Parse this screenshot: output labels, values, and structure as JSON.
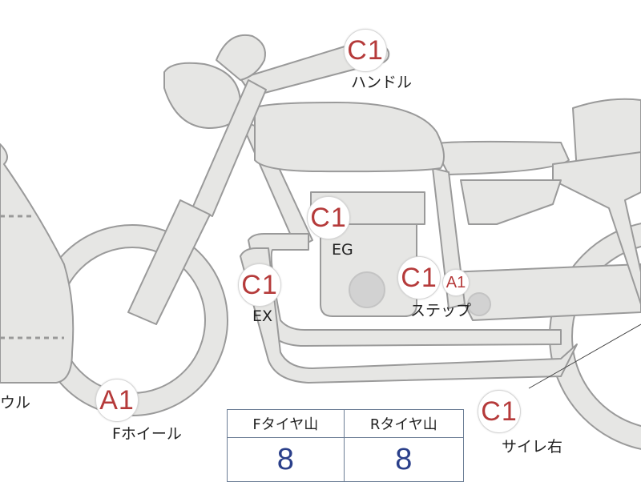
{
  "badges": [
    {
      "key": "handle",
      "grade": "C1"
    },
    {
      "key": "eg",
      "grade": "C1"
    },
    {
      "key": "ex",
      "grade": "C1"
    },
    {
      "key": "step_c",
      "grade": "C1"
    },
    {
      "key": "step_a",
      "grade": "A1"
    },
    {
      "key": "fwheel",
      "grade": "A1"
    },
    {
      "key": "siren",
      "grade": "C1"
    }
  ],
  "labels": {
    "handle": "ハンドル",
    "eg": "EG",
    "ex": "EX",
    "step": "ステップ",
    "cowl": "ウル",
    "fwheel": "Fホイール",
    "siren": "サイレ右"
  },
  "tire_table": {
    "headers": [
      "Fタイヤ山",
      "Rタイヤ山"
    ],
    "values": [
      "8",
      "8"
    ]
  },
  "colors": {
    "part_fill": "#e6e6e4",
    "part_stroke": "#9a9a9a",
    "grade_text": "#b53a3a",
    "table_border": "#6b7d95",
    "table_value": "#2a3f8a"
  }
}
